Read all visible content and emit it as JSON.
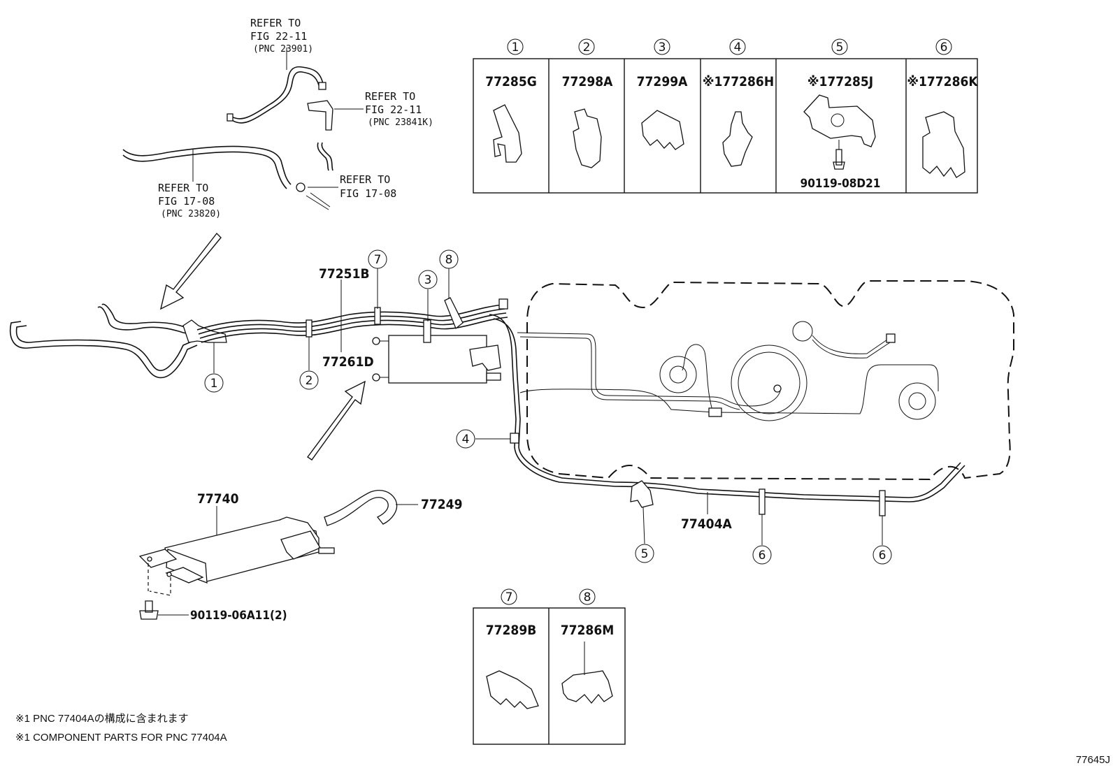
{
  "references": {
    "ref_a": {
      "line1": "REFER TO",
      "line2": "FIG 22-11",
      "line3": "(PNC 23901)"
    },
    "ref_b": {
      "line1": "REFER TO",
      "line2": "FIG 22-11",
      "line3": "(PNC 23841K)"
    },
    "ref_c": {
      "line1": "REFER TO",
      "line2": "FIG 17-08",
      "line3": "(PNC 23820)"
    },
    "ref_d": {
      "line1": "REFER TO",
      "line2": "FIG 17-08"
    }
  },
  "clip_table_top": [
    {
      "num": "1",
      "part": "77285G"
    },
    {
      "num": "2",
      "part": "77298A"
    },
    {
      "num": "3",
      "part": "77299A"
    },
    {
      "num": "4",
      "part": "※177286H"
    },
    {
      "num": "5",
      "part": "※177285J",
      "sub_part": "90119-08D21"
    },
    {
      "num": "6",
      "part": "※177286K"
    }
  ],
  "clip_table_bottom": [
    {
      "num": "7",
      "part": "77289B"
    },
    {
      "num": "8",
      "part": "77286M"
    }
  ],
  "main_labels": {
    "p77251B": "77251B",
    "p77261D": "77261D",
    "p77740": "77740",
    "p77249": "77249",
    "p77404A": "77404A",
    "p90119_06A11": "90119-06A11(2)"
  },
  "callouts": [
    "1",
    "2",
    "3",
    "4",
    "5",
    "6",
    "6",
    "7",
    "8"
  ],
  "notes": {
    "jp": "※1 PNC 77404Aの構成に含まれます",
    "en": "※1 COMPONENT PARTS FOR PNC 77404A"
  },
  "figure_id": "77645J"
}
